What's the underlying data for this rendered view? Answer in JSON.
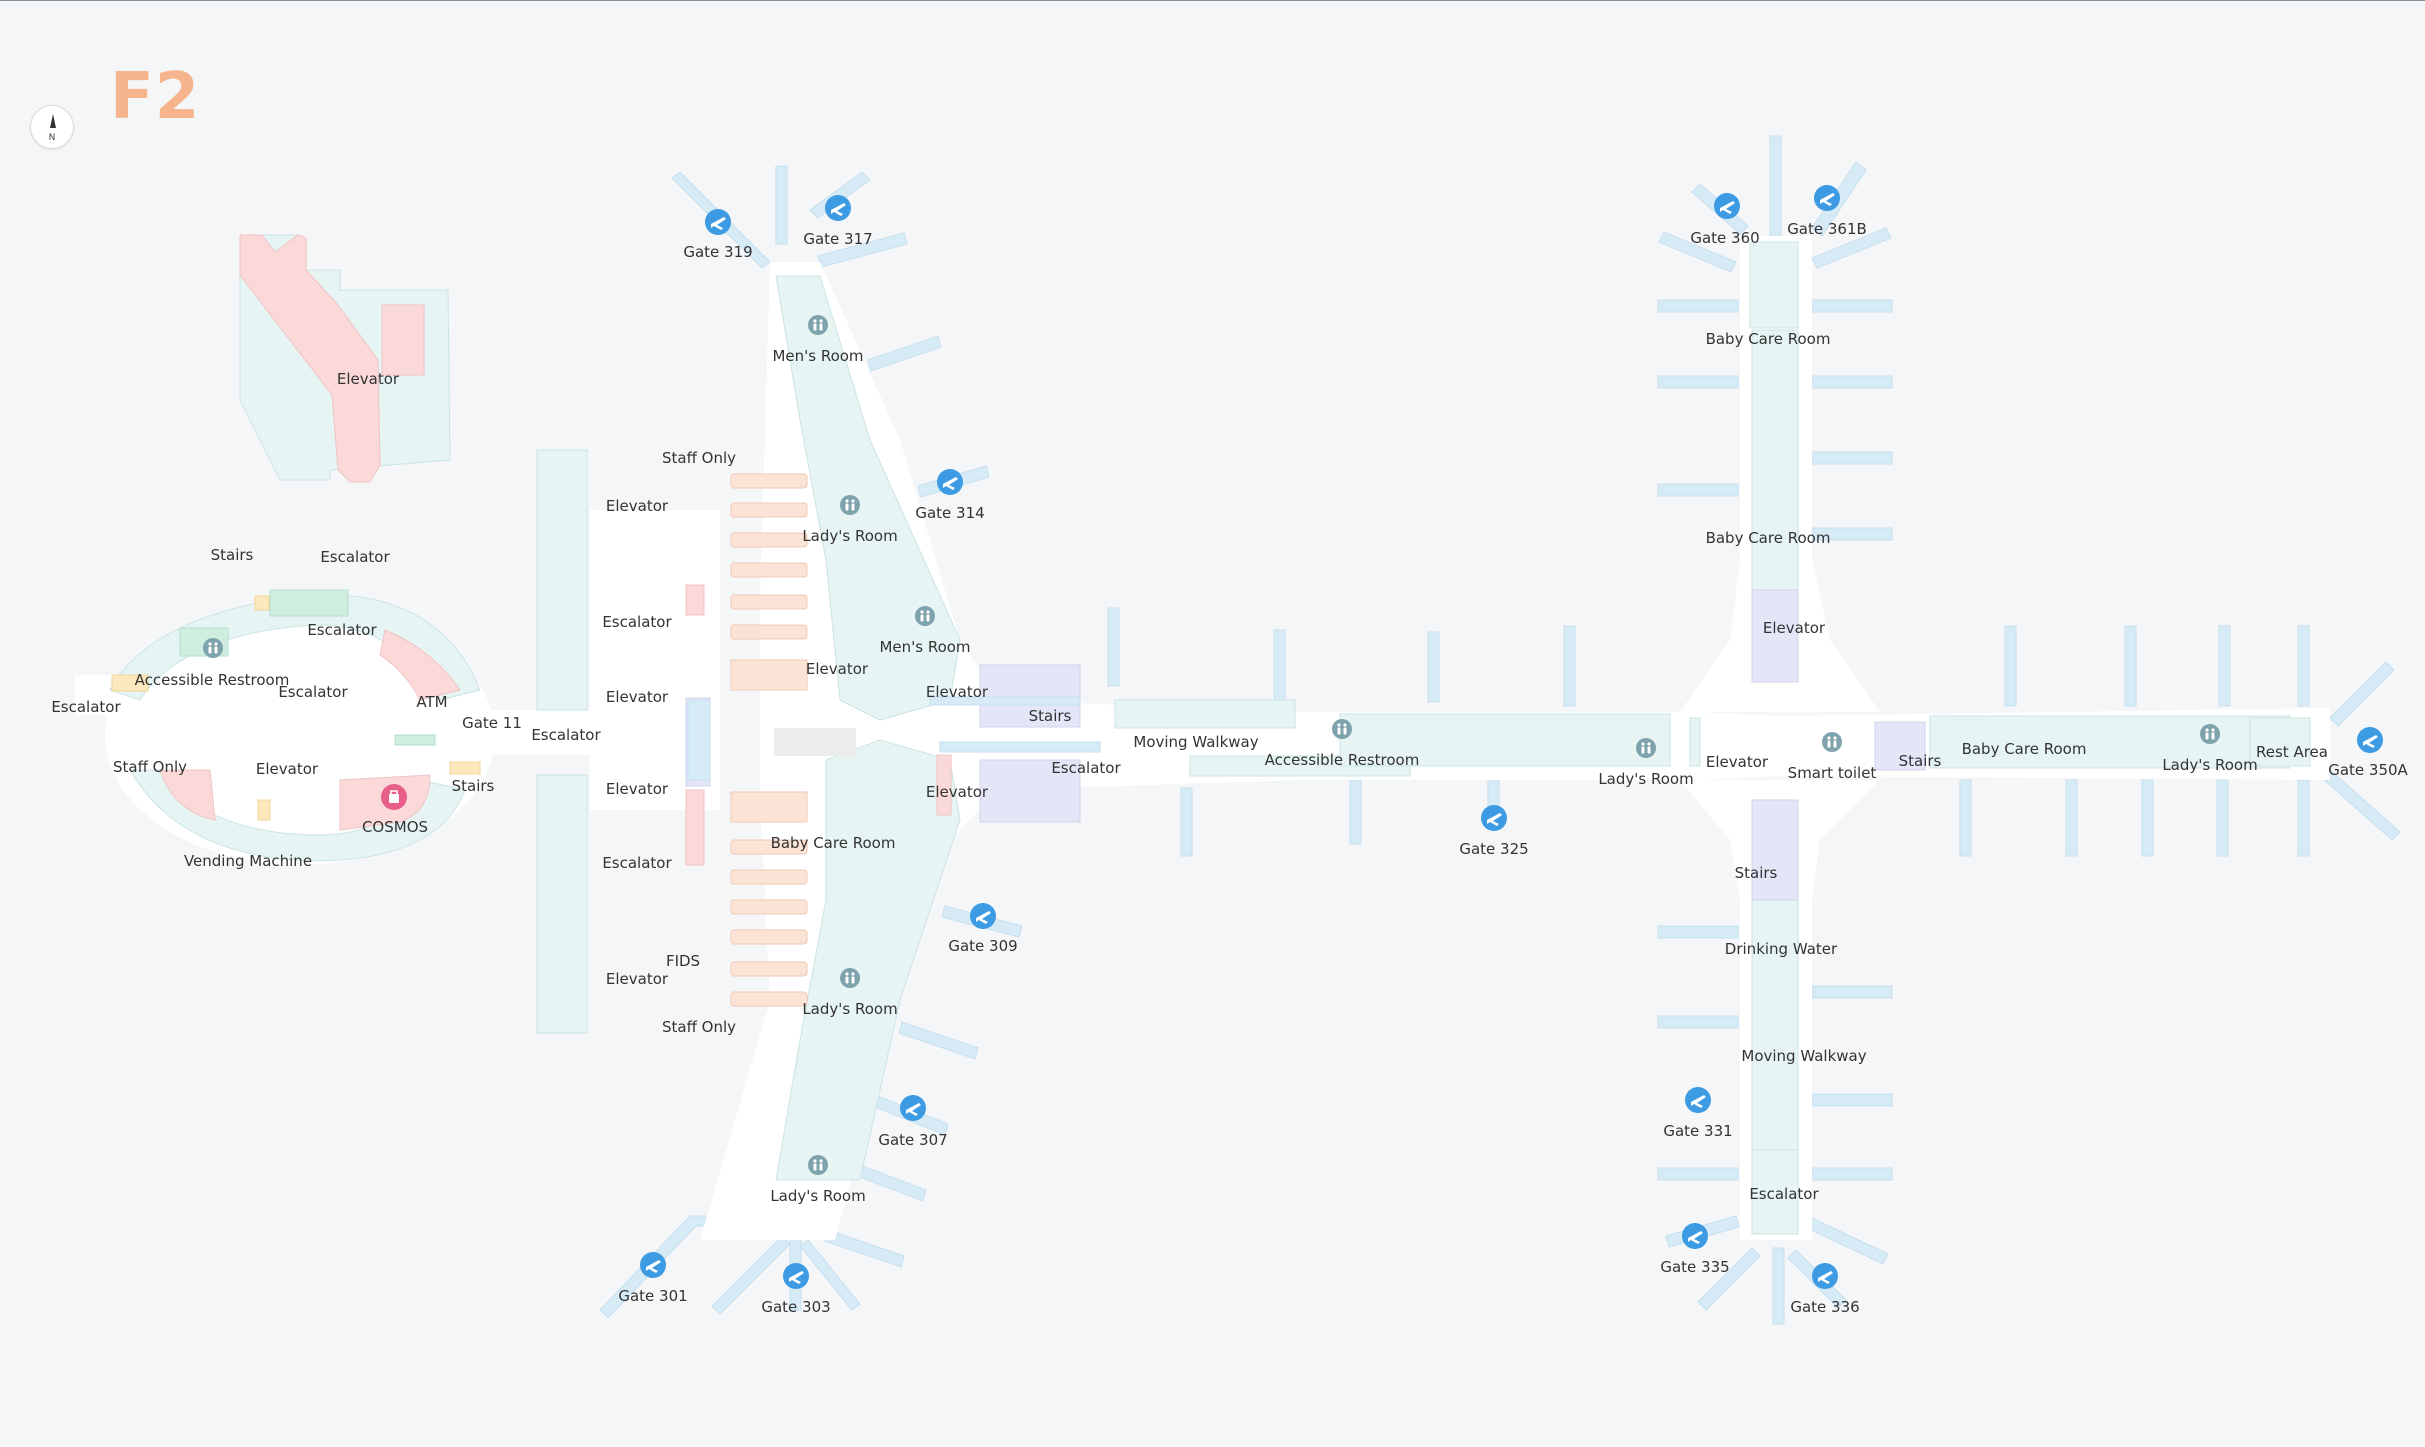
{
  "floor": "F2",
  "compass_label": "N",
  "colors": {
    "background": "#f5f6f7",
    "walkway": "#ffffff",
    "area": "#e6f4f4",
    "gate_arm": "#d7ebf7",
    "shop": "#fbd9d9",
    "staff": "#fbe3d6",
    "accent_pink": "#e8608a",
    "gate_icon": "#3d9be3",
    "restroom_icon": "#7fa3ad"
  },
  "labels": {
    "elevator_a": "Elevator",
    "stairs_a": "Stairs",
    "escalator_a": "Escalator",
    "escalator_b": "Escalator",
    "accessible_restroom_a": "Accessible Restroom",
    "escalator_c": "Escalator",
    "escalator_d": "Escalator",
    "atm": "ATM",
    "staff_only_a": "Staff Only",
    "elevator_b": "Elevator",
    "stairs_b": "Stairs",
    "cosmos": "COSMOS",
    "vending_machine": "Vending Machine",
    "gate11": "Gate 11",
    "escalator_e": "Escalator",
    "elevator_c": "Elevator",
    "escalator_f": "Escalator",
    "elevator_d": "Elevator",
    "elevator_e": "Elevator",
    "escalator_g": "Escalator",
    "elevator_f": "Elevator",
    "staff_only_b": "Staff Only",
    "fids": "FIDS",
    "staff_only_c": "Staff Only",
    "mens_room_a": "Men's Room",
    "ladys_room_a": "Lady's Room",
    "mens_room_b": "Men's Room",
    "elevator_g": "Elevator",
    "elevator_h": "Elevator",
    "stairs_c": "Stairs",
    "moving_walkway_a": "Moving Walkway",
    "escalator_h": "Escalator",
    "elevator_i": "Elevator",
    "baby_care_room_a": "Baby Care Room",
    "ladys_room_b": "Lady's Room",
    "ladys_room_c": "Lady's Room",
    "accessible_restroom_b": "Accessible Restroom",
    "ladys_room_d": "Lady's Room",
    "elevator_j": "Elevator",
    "smart_toilet": "Smart toilet",
    "stairs_d": "Stairs",
    "baby_care_room_b": "Baby Care Room",
    "ladys_room_e": "Lady's Room",
    "rest_area": "Rest Area",
    "baby_care_room_c": "Baby Care Room",
    "baby_care_room_d": "Baby Care Room",
    "elevator_k": "Elevator",
    "stairs_e": "Stairs",
    "drinking_water": "Drinking Water",
    "moving_walkway_b": "Moving Walkway",
    "escalator_i": "Escalator"
  },
  "gates": {
    "g319": "Gate 319",
    "g317": "Gate 317",
    "g314": "Gate 314",
    "g309": "Gate 309",
    "g307": "Gate 307",
    "g301": "Gate 301",
    "g303": "Gate 303",
    "g325": "Gate 325",
    "g360": "Gate 360",
    "g361b": "Gate 361B",
    "g350a": "Gate 350A",
    "g331": "Gate 331",
    "g335": "Gate 335",
    "g336": "Gate 336"
  },
  "icons": {
    "gate": "airplane-icon",
    "restroom": "restroom-icon",
    "shop": "shopping-bag-icon",
    "compass": "compass-icon"
  }
}
